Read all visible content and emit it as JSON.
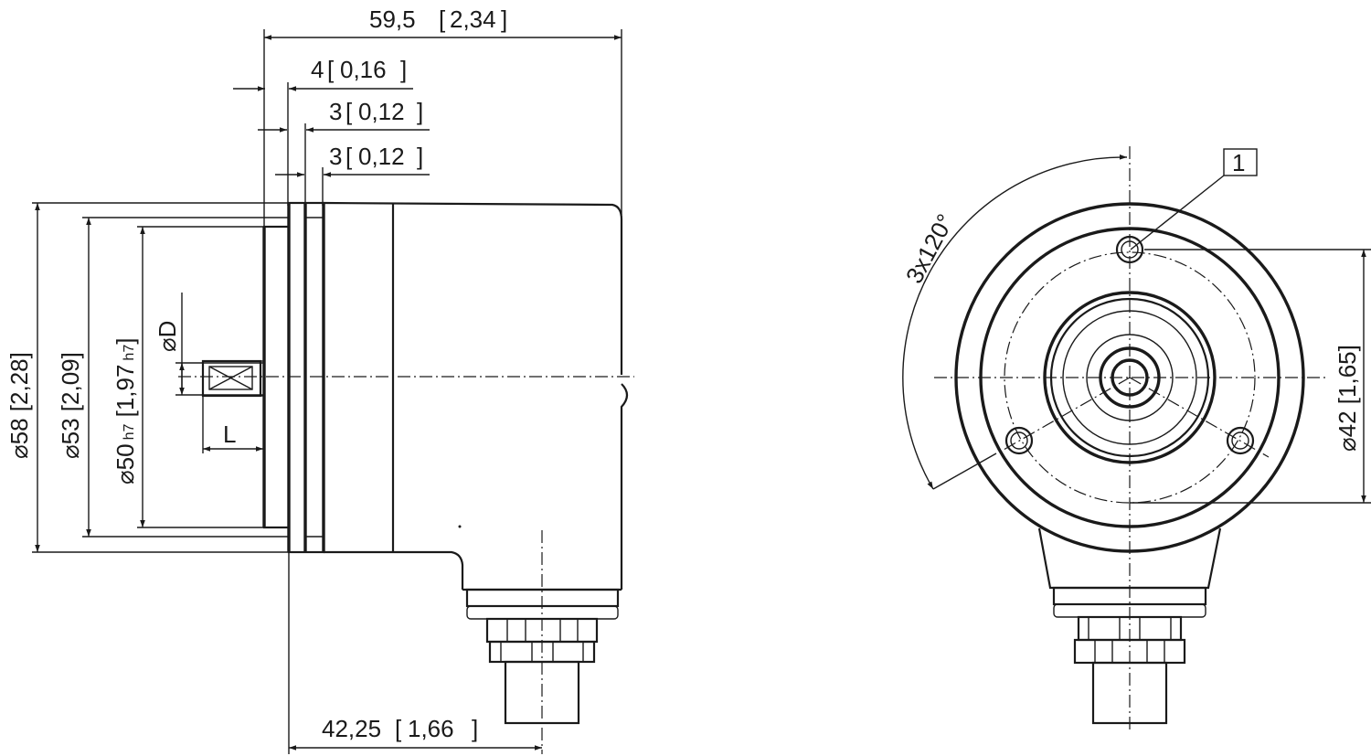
{
  "drawing": {
    "type": "technical-dimension-drawing",
    "subject": "rotary encoder with solid shaft and axial connector",
    "stroke_color": "#1a1a1a",
    "background": "#ffffff"
  },
  "side_view": {
    "dimensions": {
      "overall_length": {
        "mm": "59,5",
        "inch": "2,34"
      },
      "flange_a": {
        "mm": "4",
        "inch": "0,16"
      },
      "flange_b": {
        "mm": "3",
        "inch": "0,12"
      },
      "flange_c": {
        "mm": "3",
        "inch": "0,12"
      },
      "diameter_58": {
        "prefix": "⌀58",
        "inch": "2,28"
      },
      "diameter_53": {
        "prefix": "⌀53",
        "inch": "2,09"
      },
      "diameter_50": {
        "prefix": "⌀50",
        "tol": "h7",
        "inch": "1,97",
        "inch_tol": "h7"
      },
      "shaft_diameter": {
        "label": "⌀D"
      },
      "shaft_length": {
        "label": "L"
      },
      "connector_offset": {
        "mm": "42,25",
        "inch": "1,66"
      }
    }
  },
  "front_view": {
    "callout": {
      "label": "1"
    },
    "angle": {
      "label": "3x120°"
    },
    "bolt_circle": {
      "prefix": "⌀42",
      "inch": "1,65"
    }
  }
}
